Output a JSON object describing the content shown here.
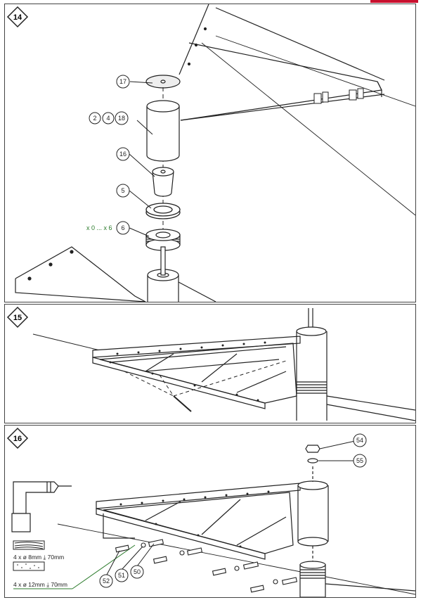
{
  "steps": [
    "14",
    "15",
    "16"
  ],
  "panel14": {
    "callouts": [
      "17",
      "2",
      "4",
      "18",
      "16",
      "5",
      "6"
    ],
    "quantity_note": "x 0 ... x 6"
  },
  "panel16": {
    "callouts": [
      "54",
      "55",
      "52",
      "51",
      "50"
    ],
    "drill_notes": [
      "4 x ø 8mm ⤓ 70mm",
      "4 x ø 12mm ⤓ 70mm"
    ]
  },
  "colors": {
    "accent": "#c8102e",
    "line": "#222222",
    "fill": "#e8e8e8"
  }
}
